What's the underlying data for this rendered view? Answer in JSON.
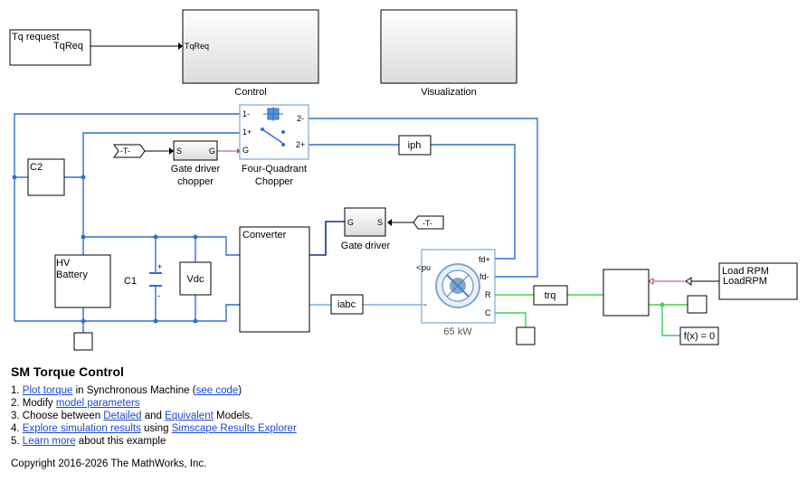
{
  "blocks": {
    "tq_request": {
      "line1": "Tq request",
      "line2": "TqReq"
    },
    "control": {
      "label": "Control",
      "port_in": "TqReq"
    },
    "visualization": {
      "label": "Visualization"
    },
    "c2": {
      "label": "C2"
    },
    "hv_battery": {
      "line1": "HV",
      "line2": "Battery"
    },
    "c1": {
      "label": "C1",
      "plus": "+",
      "minus": "-"
    },
    "vdc": {
      "label": "Vdc"
    },
    "goto_t_top": {
      "label": "-T-"
    },
    "gate_driver_chopper": {
      "port_s": "S",
      "port_g": "G",
      "line1": "Gate driver",
      "line2": "chopper"
    },
    "four_quadrant_chopper": {
      "p1m": "1-",
      "p1p": "1+",
      "pg": "G",
      "p2m": "2-",
      "p2p": "2+",
      "line1": "Four-Quadrant",
      "line2": "Chopper"
    },
    "iph": {
      "label": "iph"
    },
    "converter": {
      "label": "Converter"
    },
    "gate_driver": {
      "port_g": "G",
      "port_s": "S",
      "label": "Gate driver"
    },
    "goto_t_right": {
      "label": "-T-"
    },
    "machine": {
      "pu": "pu",
      "fdp": "fd+",
      "fdm": "fd-",
      "r": "R",
      "c": "C",
      "ac": "~",
      "rating": "65 kW"
    },
    "iabc": {
      "label": "iabc"
    },
    "trq": {
      "label": "trq"
    },
    "load_rpm": {
      "line1": "Load RPM",
      "line2": "LoadRPM"
    },
    "solver": {
      "label": "f(x) = 0"
    }
  },
  "notes": {
    "title": "SM Torque Control",
    "steps": [
      {
        "num": "1. ",
        "link1": "Plot torque",
        "mid1": " in Synchronous Machine (",
        "link2": "see code",
        "end": ")"
      },
      {
        "num": "2. Modify ",
        "link1": "model parameters"
      },
      {
        "num": "3. Choose between ",
        "link1": "Detailed",
        "mid1": " and ",
        "link2": "Equivalent",
        "end": " Models."
      },
      {
        "num": "4. ",
        "link1": "Explore simulation results",
        "mid1": " using ",
        "link2": "Simscape Results Explorer"
      },
      {
        "num": "5. ",
        "link1": "Learn more",
        "end": " about this example"
      }
    ],
    "copyright": "Copyright 2016-2026 The MathWorks, Inc."
  },
  "colors": {
    "electrical": "#2f6fd0",
    "signal_green": "#3dd14a",
    "bus_dark": "#17347a",
    "link": "#1a48d8"
  }
}
